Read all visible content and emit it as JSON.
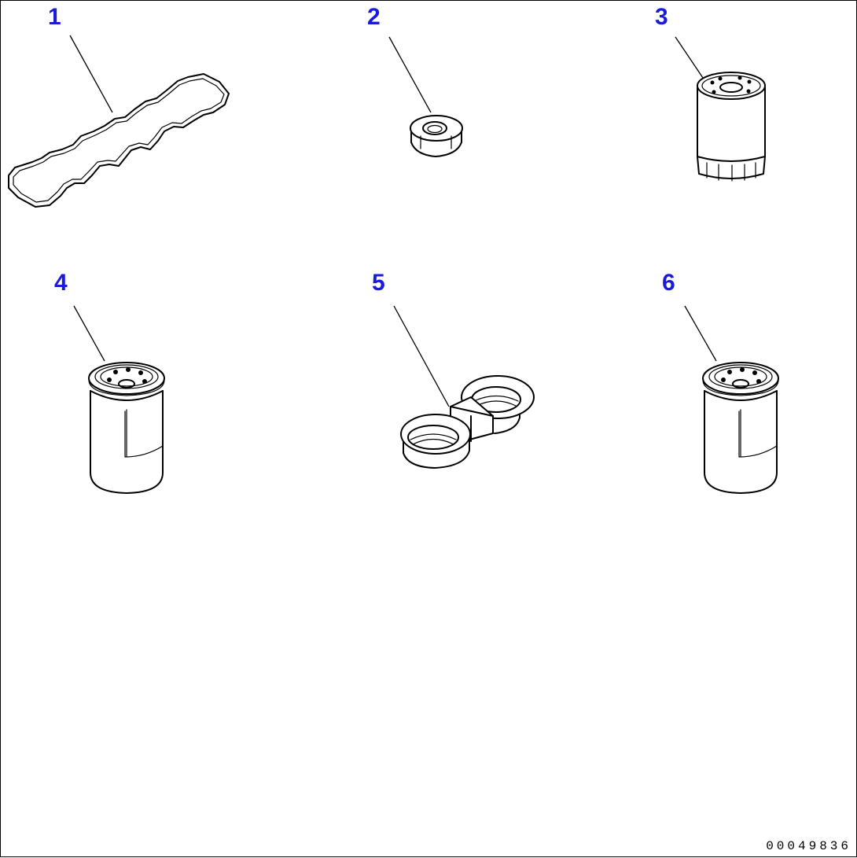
{
  "parts": [
    {
      "number": "1",
      "kind": "valve-cover-gasket"
    },
    {
      "number": "2",
      "kind": "seal-ring"
    },
    {
      "number": "3",
      "kind": "oil-filter-small"
    },
    {
      "number": "4",
      "kind": "fuel-filter"
    },
    {
      "number": "5",
      "kind": "filter-wrench"
    },
    {
      "number": "6",
      "kind": "fuel-filter"
    }
  ],
  "doc_number": "00049836",
  "colors": {
    "callout": "#1a1adc",
    "line": "#000000",
    "background": "#ffffff"
  }
}
